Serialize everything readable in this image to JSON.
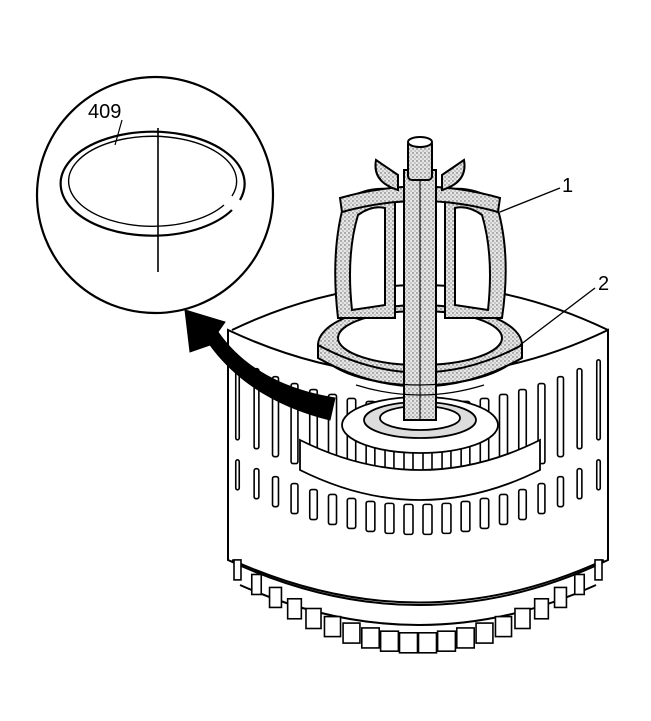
{
  "callouts": {
    "inset_part": "409",
    "tool": "1",
    "part": "2"
  },
  "colors": {
    "line": "#000000",
    "shade": "#c8c8c8",
    "background": "#ffffff"
  }
}
